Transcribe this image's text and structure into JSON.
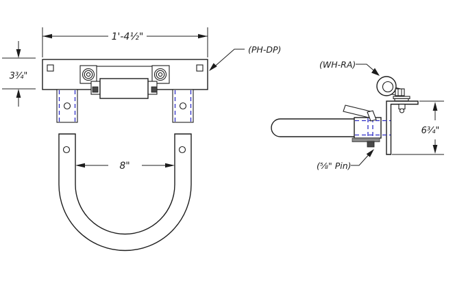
{
  "front_view": {
    "width_dim": "1'-4½\"",
    "plate_height_dim": "3¾\"",
    "hoop_width_dim": "8\"",
    "part_label": "(PH-DP)"
  },
  "side_view": {
    "wheel_label": "(WH-RA)",
    "pin_label": "(⅝\" Pin)",
    "height_dim": "6¾\""
  },
  "colors": {
    "line": "#1c1c1c",
    "hidden_line": "#2b2bc4",
    "keeper_plate": "#8a8a8a",
    "background": "#ffffff"
  }
}
